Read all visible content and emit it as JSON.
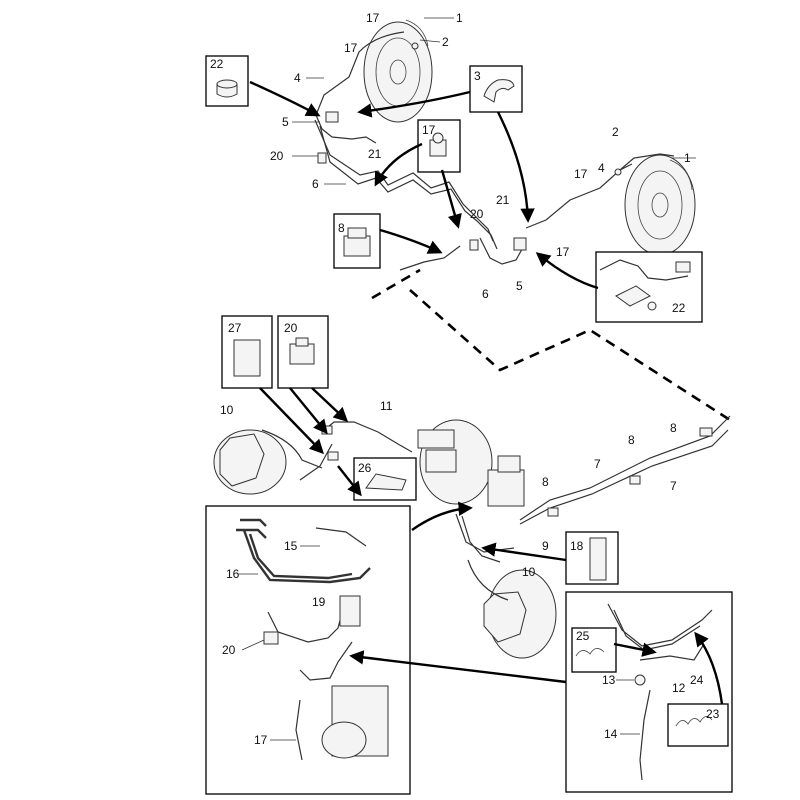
{
  "callouts": {
    "c1": "1",
    "c2": "2",
    "c3": "3",
    "c4": "4",
    "c5": "5",
    "c6": "6",
    "c7": "7",
    "c8": "8",
    "c9": "9",
    "c10": "10",
    "c11": "11",
    "c12": "12",
    "c13": "13",
    "c14": "14",
    "c15": "15",
    "c16": "16",
    "c17": "17",
    "c19": "19",
    "c20": "20",
    "c21": "21",
    "c22": "22",
    "c23": "23",
    "c24": "24",
    "c25": "25",
    "c26": "26",
    "c27": "27",
    "c18": "18"
  }
}
